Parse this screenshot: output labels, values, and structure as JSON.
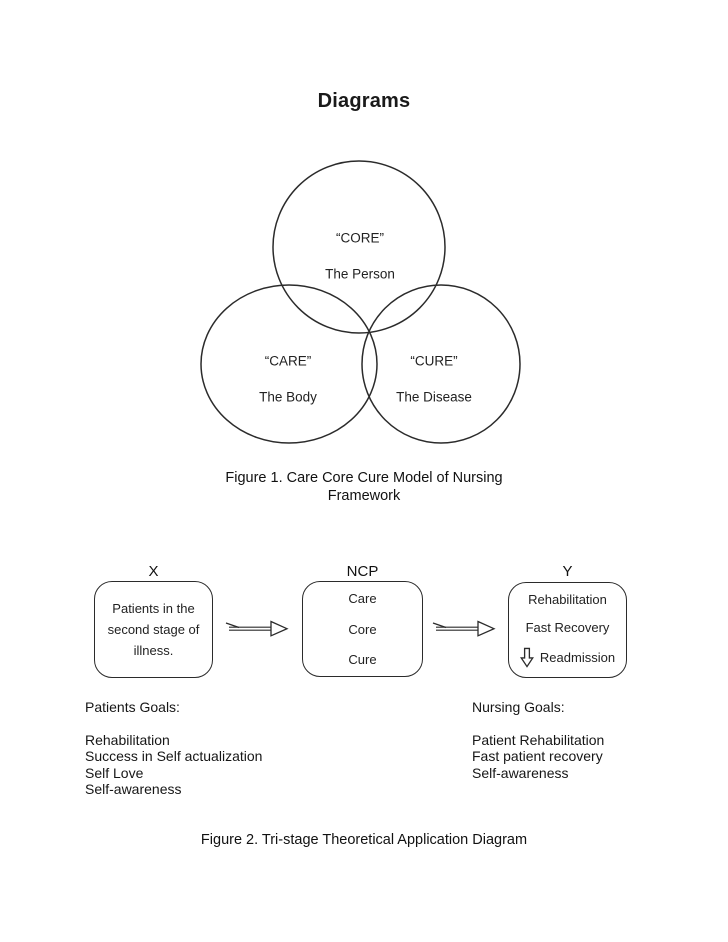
{
  "page": {
    "title": "Diagrams",
    "colors": {
      "ink": "#1a1a1a",
      "background": "#ffffff"
    }
  },
  "icons": {
    "flow_arrow": "open-right-arrow",
    "readmission_arrow": "hollow-down-arrow"
  },
  "venn": {
    "circles": [
      {
        "quote_label": "“CORE”",
        "sub_label": "The Person"
      },
      {
        "quote_label": "“CARE”",
        "sub_label": "The Body"
      },
      {
        "quote_label": "“CURE”",
        "sub_label": "The Disease"
      }
    ],
    "caption_line1": "Figure 1. Care Core Cure Model of Nursing",
    "caption_line2": "Framework"
  },
  "flow": {
    "stages": [
      {
        "label": "X",
        "lines": [
          "Patients in the",
          "second stage of",
          "illness."
        ]
      },
      {
        "label": "NCP",
        "items": [
          "Care",
          "Core",
          "Cure"
        ]
      },
      {
        "label": "Y",
        "items": [
          "Rehabilitation",
          "Fast Recovery",
          "Readmission"
        ]
      }
    ],
    "caption": "Figure 2. Tri-stage Theoretical Application Diagram"
  },
  "patient_goals": {
    "heading": "Patients Goals:",
    "items": [
      "Rehabilitation",
      "Success in Self actualization",
      "Self Love",
      "Self-awareness"
    ]
  },
  "nursing_goals": {
    "heading": "Nursing Goals:",
    "items": [
      "Patient Rehabilitation",
      "Fast patient recovery",
      "Self-awareness"
    ]
  }
}
